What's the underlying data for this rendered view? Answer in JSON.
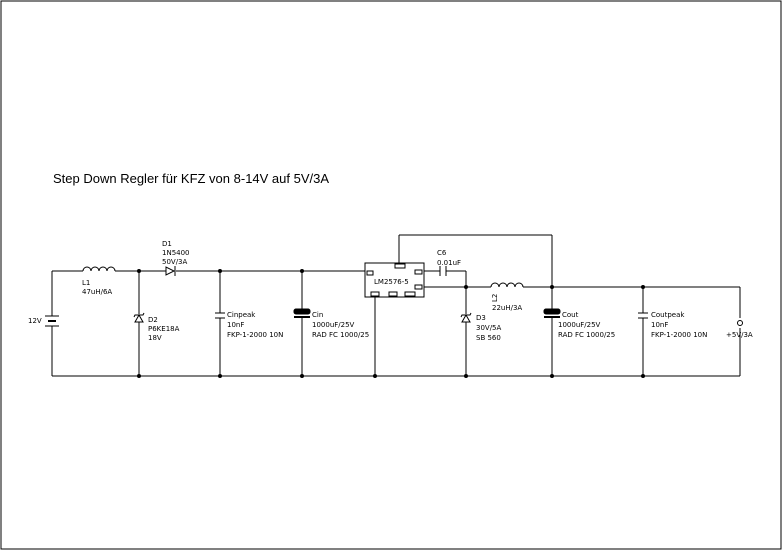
{
  "title": "Step Down Regler für KFZ von 8-14V auf 5V/3A",
  "components": {
    "battery": {
      "value": "12V"
    },
    "l1": {
      "ref": "L1",
      "value": "47uH/6A"
    },
    "d1": {
      "ref": "D1",
      "part": "1N5400",
      "value": "50V/3A"
    },
    "d2": {
      "ref": "D2",
      "part": "P6KE18A",
      "value": "18V"
    },
    "cinpeak": {
      "ref": "Cinpeak",
      "value": "10nF",
      "part": "FKP-1-2000 10N"
    },
    "cin": {
      "ref": "Cin",
      "value": "1000uF/25V",
      "part": "RAD FC 1000/25"
    },
    "ic": {
      "part": "LM2576-5"
    },
    "c6": {
      "ref": "C6",
      "value": "0.01uF"
    },
    "d3": {
      "ref": "D3",
      "value": "30V/5A",
      "part": "SB 560"
    },
    "l2": {
      "ref": "L2",
      "value": "22uH/3A"
    },
    "cout": {
      "ref": "Cout",
      "value": "1000uF/25V",
      "part": "RAD FC 1000/25"
    },
    "coutpeak": {
      "ref": "Coutpeak",
      "value": "10nF",
      "part": "FKP-1-2000 10N"
    },
    "output": {
      "value": "+5V/3A"
    }
  }
}
